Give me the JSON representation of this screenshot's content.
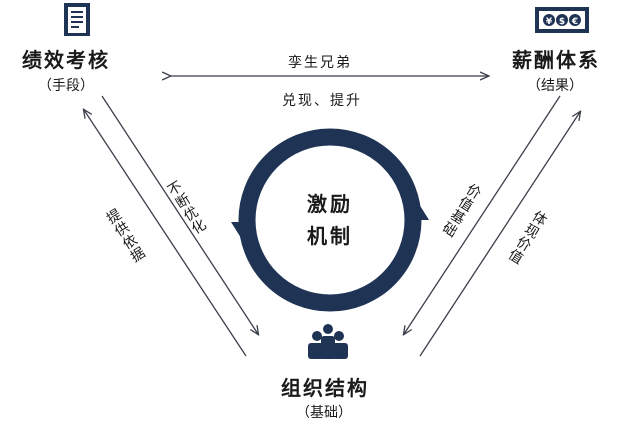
{
  "nodes": {
    "performance": {
      "title": "绩效考核",
      "subtitle": "（手段）",
      "icon": "document-icon"
    },
    "compensation": {
      "title": "薪酬体系",
      "subtitle": "（结果）",
      "icon": "money-icon"
    },
    "organization": {
      "title": "组织结构",
      "subtitle": "（基础）",
      "icon": "people-icon"
    }
  },
  "center": {
    "line1": "激励",
    "line2": "机制",
    "ring_color": "#1f3354"
  },
  "edges": {
    "top_above": "孪生兄弟",
    "top_below": "兑现、提升",
    "left_outer": "提供依据",
    "left_inner": "不断优化",
    "right_inner": "价值基础",
    "right_outer": "体现价值"
  },
  "colors": {
    "accent": "#1f3354",
    "arrow": "#3a3f4a"
  }
}
